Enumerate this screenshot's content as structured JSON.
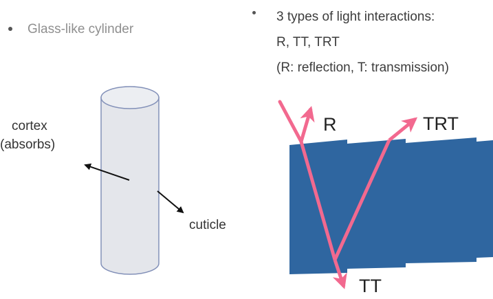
{
  "left_bullet": {
    "text": "Glass-like cylinder"
  },
  "right_bullet": {
    "line1": "3 types of light interactions:",
    "line2": "R, TT, TRT",
    "line3": "(R: reflection, T: transmission)"
  },
  "cylinder_labels": {
    "cortex": "cortex",
    "absorbs": "(absorbs)",
    "cuticle": "cuticle"
  },
  "path_labels": {
    "r": "R",
    "trt": "TRT",
    "tt": "TT"
  },
  "colors": {
    "cylinder_fill": "#e4e6eb",
    "cylinder_stroke": "#8290b8",
    "fiber_fill": "#2f66a0",
    "ray": "#f2698f",
    "arrow": "#111111"
  }
}
